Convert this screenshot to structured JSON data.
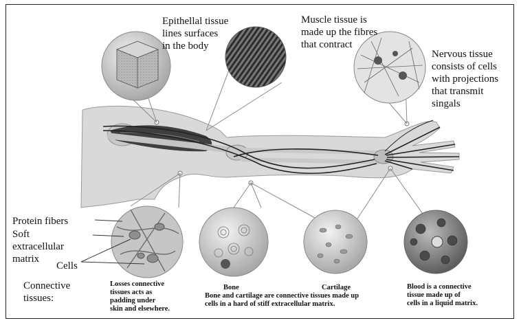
{
  "labels": {
    "epithelial": "Epithellal tissue\nlines surfaces\nin the body",
    "muscle": "Muscle tissue is\nmade up the fibres\nthat contract",
    "nervous": "Nervous tissue\nconsists of cells\nwith projections\nthat transmit\nsingals",
    "protein_fibers": "Protein fibers",
    "soft_matrix": "Soft\nextracellular\nmatrix",
    "cells": "Cells",
    "connective": "Connective\ntissues:",
    "loose": "Losses connective\ntissues acts as\npadding under\nskin and elsewhere.",
    "bone": "Bone",
    "cartilage": "Cartilage",
    "bone_cartilage": "Bone and cartilage are connective tissues made up\ncells in a hard of stiff extracellular matrix.",
    "blood": "Blood is a connective\ntissue made up of\ncells in a liquid matrix."
  },
  "colors": {
    "arm_skin": "#d6d6d6",
    "muscle": "#4a4a4a",
    "nerve": "#2a2a2a",
    "bone": "#bdbdbd"
  }
}
